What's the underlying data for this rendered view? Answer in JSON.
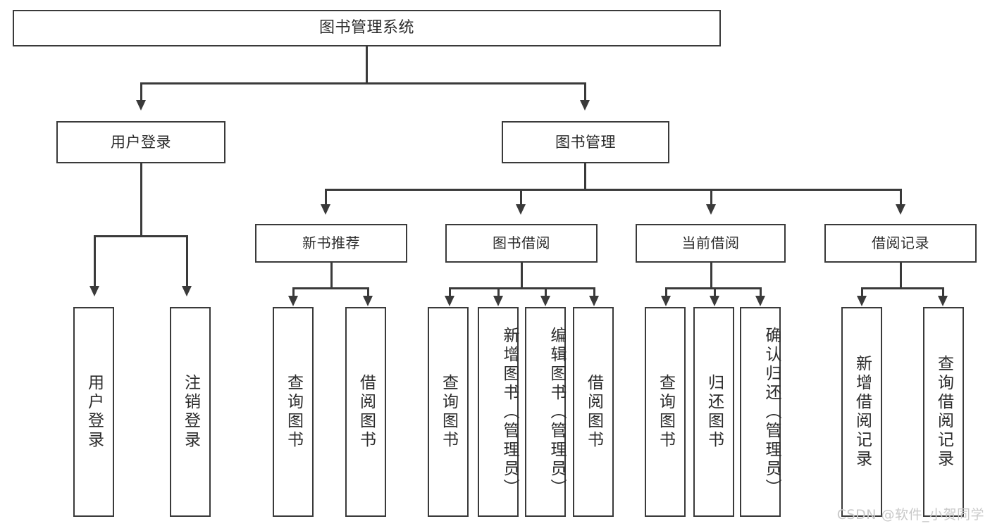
{
  "diagram": {
    "title": "图书管理系统",
    "watermark": "CSDN @软件_小贺同学",
    "colors": {
      "stroke": "#3a3a3a",
      "text": "#2b2b2b",
      "background": "#ffffff",
      "watermark": "#c9c9c9"
    },
    "root": {
      "label": "图书管理系统"
    },
    "level1": [
      {
        "label": "用户登录"
      },
      {
        "label": "图书管理"
      }
    ],
    "level2": [
      {
        "label": "新书推荐"
      },
      {
        "label": "图书借阅"
      },
      {
        "label": "当前借阅"
      },
      {
        "label": "借阅记录"
      }
    ],
    "leaves": {
      "user_login": [
        {
          "label": "用户登录"
        },
        {
          "label": "注销登录"
        }
      ],
      "new_book": [
        {
          "label": "查询图书"
        },
        {
          "label": "借阅图书"
        }
      ],
      "book_borrow": [
        {
          "label": "查询图书"
        },
        {
          "label": "新增图书（管理员）"
        },
        {
          "label": "编辑图书（管理员）"
        },
        {
          "label": "借阅图书"
        }
      ],
      "current_borrow": [
        {
          "label": "查询图书"
        },
        {
          "label": "归还图书"
        },
        {
          "label": "确认归还（管理员）"
        }
      ],
      "borrow_record": [
        {
          "label": "新增借阅记录"
        },
        {
          "label": "查询借阅记录"
        }
      ]
    }
  }
}
